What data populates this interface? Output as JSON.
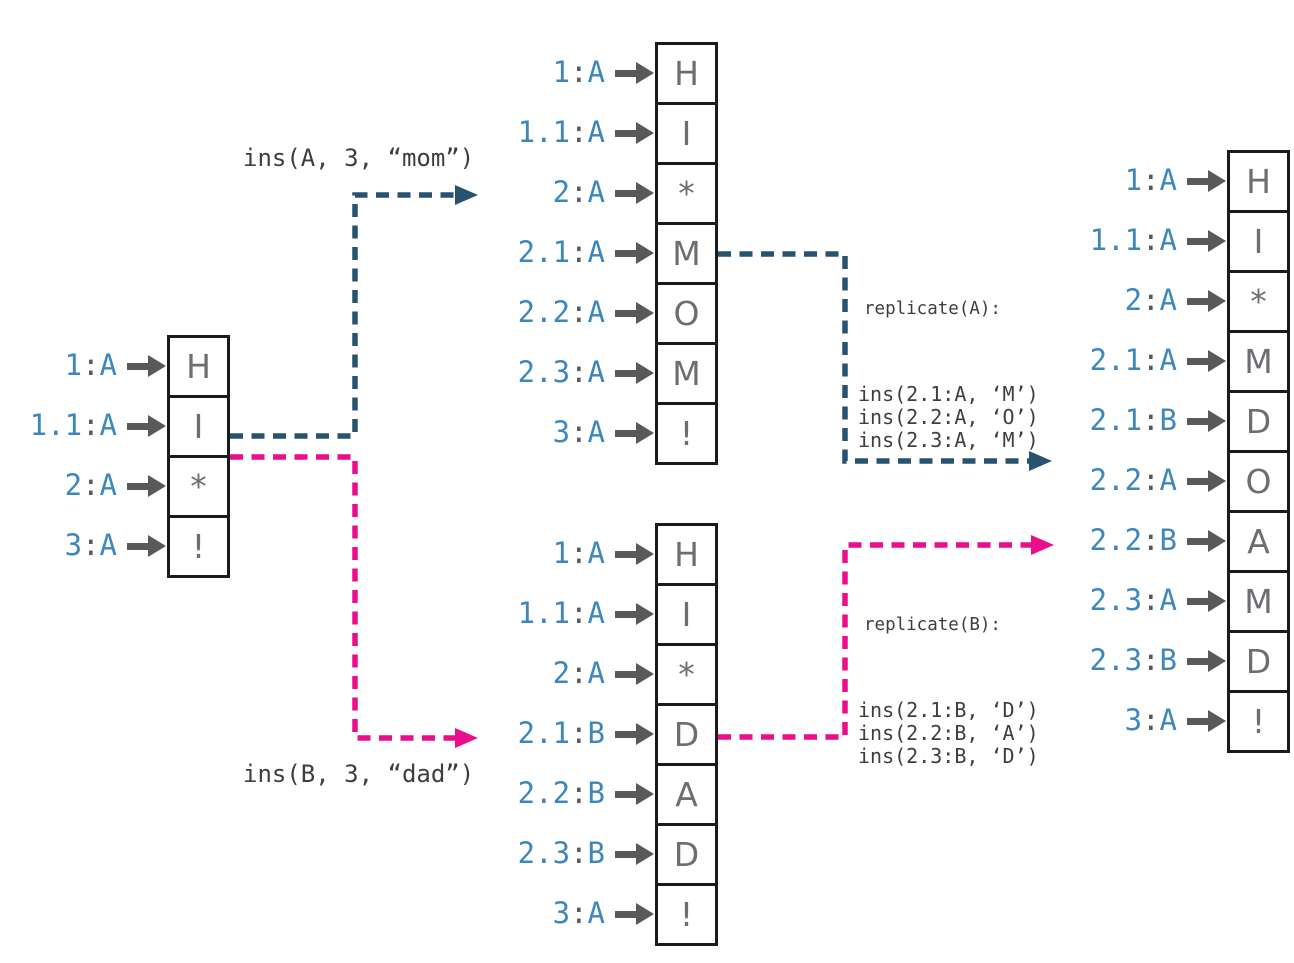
{
  "colors": {
    "label_blue": "#3e87bd",
    "colon_gray": "#58595b",
    "cell_text": "#6d6e71",
    "cell_border": "#1a1a1a",
    "arrow_gray": "#58595b",
    "annotation_text": "#3d3e40",
    "replica_a_arrow": "#27536f",
    "replica_b_arrow": "#ea0d8c"
  },
  "columns": [
    {
      "id": "initial",
      "rows": [
        {
          "label": "1:A",
          "char": "H"
        },
        {
          "label": "1.1:A",
          "char": "I"
        },
        {
          "label": "2:A",
          "char": "*"
        },
        {
          "label": "3:A",
          "char": "!"
        }
      ]
    },
    {
      "id": "replica-a",
      "rows": [
        {
          "label": "1:A",
          "char": "H"
        },
        {
          "label": "1.1:A",
          "char": "I"
        },
        {
          "label": "2:A",
          "char": "*"
        },
        {
          "label": "2.1:A",
          "char": "M"
        },
        {
          "label": "2.2:A",
          "char": "O"
        },
        {
          "label": "2.3:A",
          "char": "M"
        },
        {
          "label": "3:A",
          "char": "!"
        }
      ]
    },
    {
      "id": "replica-b",
      "rows": [
        {
          "label": "1:A",
          "char": "H"
        },
        {
          "label": "1.1:A",
          "char": "I"
        },
        {
          "label": "2:A",
          "char": "*"
        },
        {
          "label": "2.1:B",
          "char": "D"
        },
        {
          "label": "2.2:B",
          "char": "A"
        },
        {
          "label": "2.3:B",
          "char": "D"
        },
        {
          "label": "3:A",
          "char": "!"
        }
      ]
    },
    {
      "id": "merged",
      "rows": [
        {
          "label": "1:A",
          "char": "H"
        },
        {
          "label": "1.1:A",
          "char": "I"
        },
        {
          "label": "2:A",
          "char": "*"
        },
        {
          "label": "2.1:A",
          "char": "M"
        },
        {
          "label": "2.1:B",
          "char": "D"
        },
        {
          "label": "2.2:A",
          "char": "O"
        },
        {
          "label": "2.2:B",
          "char": "A"
        },
        {
          "label": "2.3:A",
          "char": "M"
        },
        {
          "label": "2.3:B",
          "char": "D"
        },
        {
          "label": "3:A",
          "char": "!"
        }
      ]
    }
  ],
  "annotations": {
    "ins_mom": "ins(A, 3, “mom”)",
    "ins_dad": "ins(B, 3, “dad”)",
    "replicate_a": {
      "title": "replicate(A):",
      "ops": [
        "ins(2.1:A, ‘M’)",
        "ins(2.2:A, ‘O’)",
        "ins(2.3:A, ‘M’)"
      ]
    },
    "replicate_b": {
      "title": "replicate(B):",
      "ops": [
        "ins(2.1:B, ‘D’)",
        "ins(2.2:B, ‘A’)",
        "ins(2.3:B, ‘D’)"
      ]
    }
  }
}
